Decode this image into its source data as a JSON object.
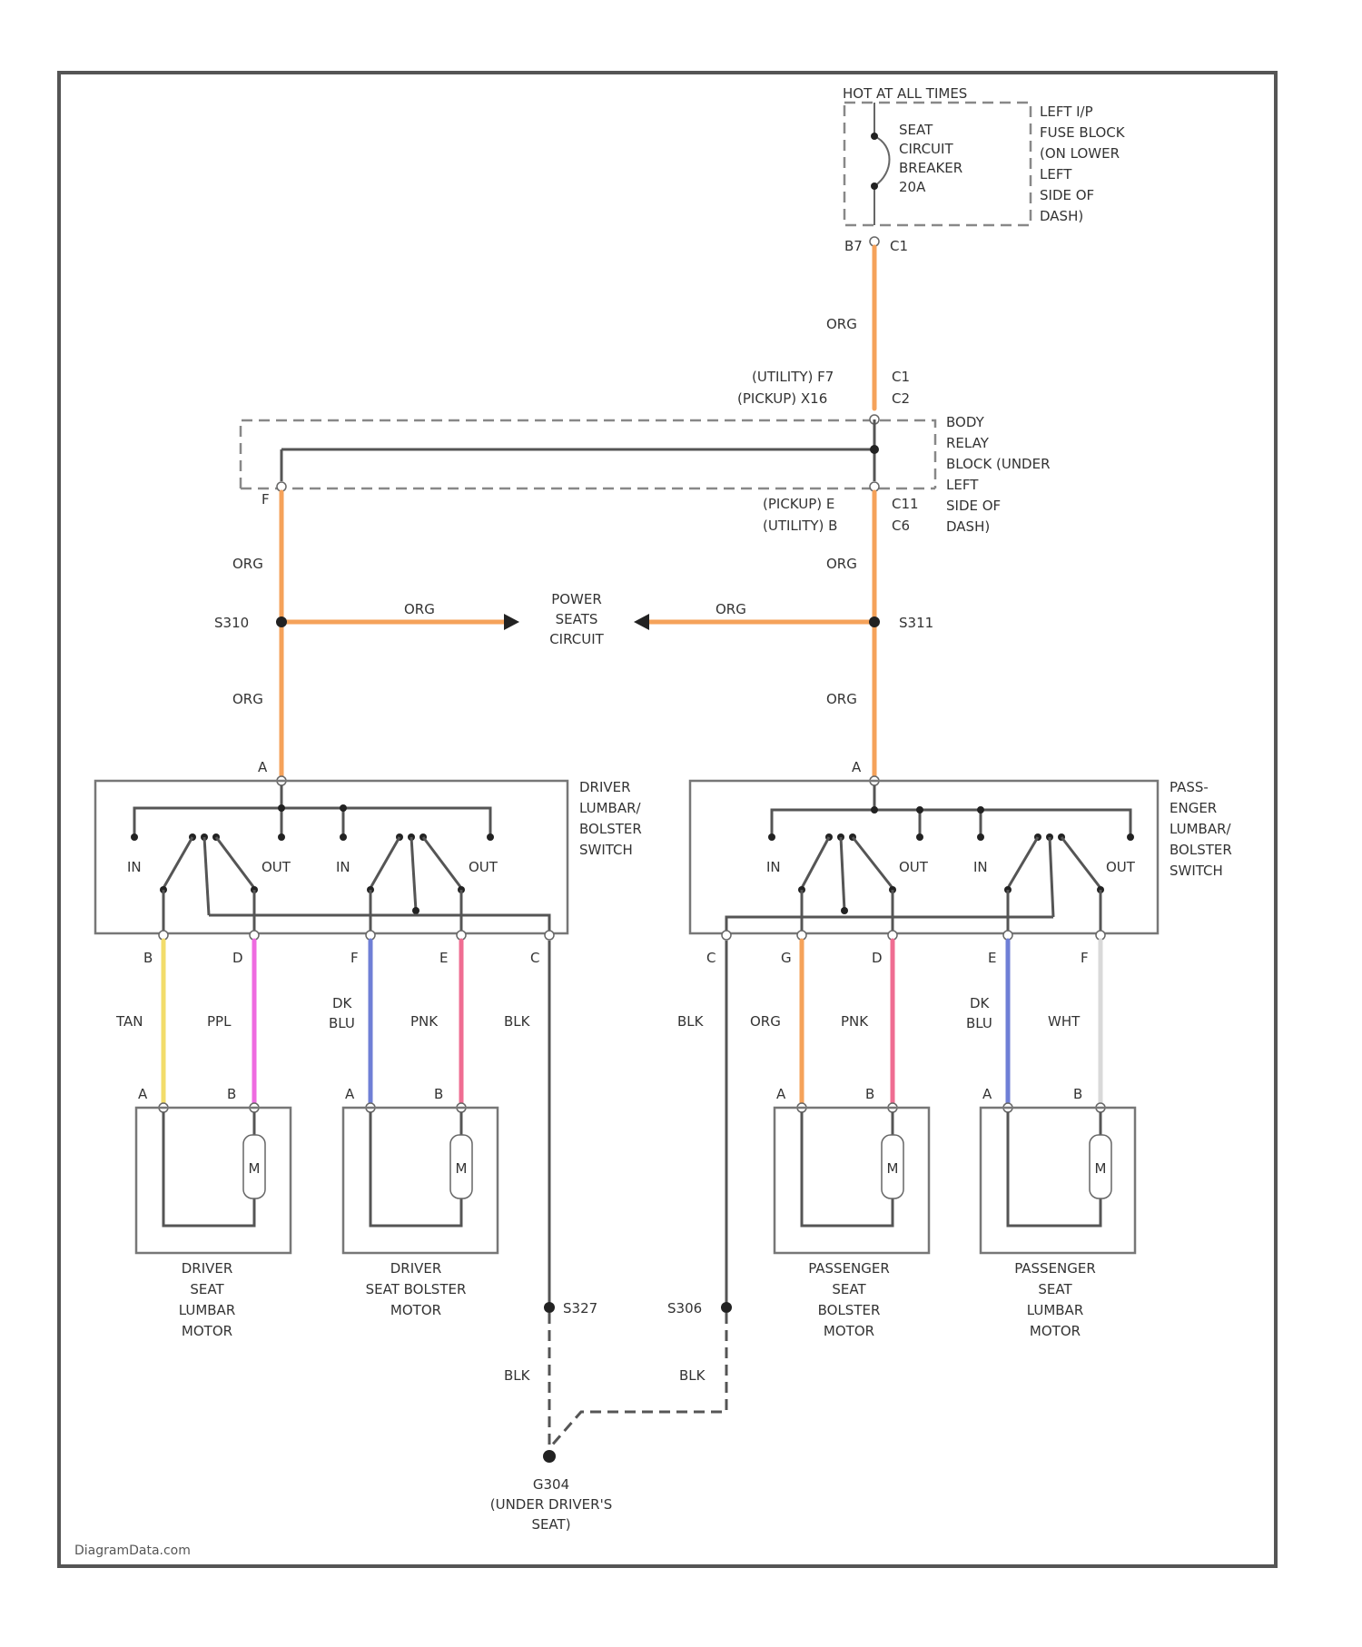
{
  "supply": {
    "hot_label": "HOT AT ALL TIMES",
    "breaker_lines": [
      "SEAT",
      "CIRCUIT",
      "BREAKER",
      "20A"
    ],
    "location_lines": [
      "LEFT I/P",
      "FUSE BLOCK",
      "(ON LOWER",
      "LEFT",
      "SIDE OF",
      "DASH)"
    ],
    "pin_label": "B7",
    "conn_label": "C1"
  },
  "relay_block": {
    "top_labels": [
      "(UTILITY) F7",
      "(PICKUP) X16"
    ],
    "top_conns": [
      "C1",
      "C2"
    ],
    "bottom_labels": [
      "(PICKUP) E",
      "(UTILITY) B"
    ],
    "bottom_conns": [
      "C11",
      "C6"
    ],
    "left_pin": "F",
    "location_lines": [
      "BODY",
      "RELAY",
      "BLOCK (UNDER",
      "LEFT",
      "SIDE OF",
      "DASH)"
    ]
  },
  "splices": {
    "left": "S310",
    "right": "S311",
    "center_lines": [
      "POWER",
      "SEATS",
      "CIRCUIT"
    ],
    "ground_left": "S327",
    "ground_right": "S306"
  },
  "wire_labels": {
    "org": "ORG",
    "blk": "BLK",
    "tan": "TAN",
    "ppl": "PPL",
    "dk_blu": [
      "DK",
      "BLU"
    ],
    "pnk": "PNK",
    "wht": "WHT"
  },
  "switch_labels": {
    "in": "IN",
    "out": "OUT"
  },
  "driver_switch": {
    "name_lines": [
      "DRIVER",
      "LUMBAR/",
      "BOLSTER",
      "SWITCH"
    ],
    "top_pin": "A",
    "bottom_pins": [
      "B",
      "D",
      "F",
      "E",
      "C"
    ]
  },
  "passenger_switch": {
    "name_lines": [
      "PASS-",
      "ENGER",
      "LUMBAR/",
      "BOLSTER",
      "SWITCH"
    ],
    "top_pin": "A",
    "bottom_pins": [
      "C",
      "G",
      "D",
      "E",
      "F"
    ]
  },
  "motors": {
    "pins": [
      "A",
      "B"
    ],
    "symbol": "M",
    "driver_lumbar": [
      "DRIVER",
      "SEAT",
      "LUMBAR",
      "MOTOR"
    ],
    "driver_bolster": [
      "DRIVER",
      "SEAT BOLSTER",
      "",
      "MOTOR"
    ],
    "passenger_bolster": [
      "PASSENGER",
      "SEAT",
      "BOLSTER",
      "MOTOR"
    ],
    "passenger_lumbar": [
      "PASSENGER",
      "SEAT",
      "LUMBAR",
      "MOTOR"
    ]
  },
  "ground": {
    "name_lines": [
      "G304",
      "(UNDER DRIVER'S",
      "SEAT)"
    ]
  },
  "watermark": "DiagramData.com",
  "colors": {
    "org": "#f5a25a",
    "tan": "#f2dc6a",
    "ppl": "#ee6be0",
    "dk_blu": "#6f7fd6",
    "pnk": "#ef6d92",
    "wht": "#d9d9d9",
    "blk": "#555555",
    "frame": "#555555"
  }
}
